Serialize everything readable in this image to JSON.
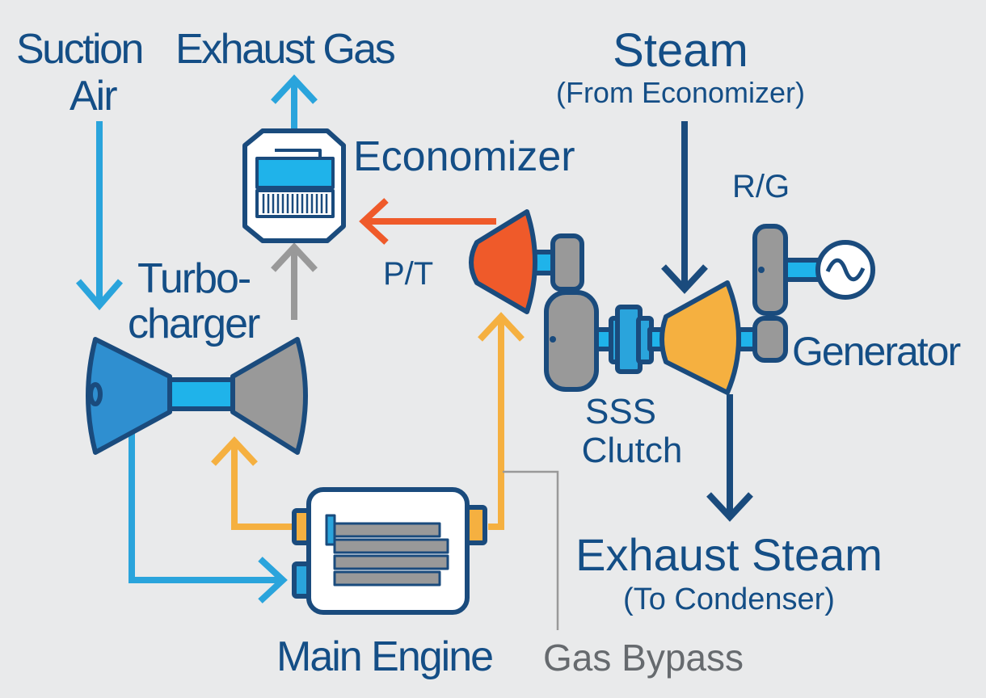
{
  "labels": {
    "suction_air_line1": "Suction",
    "suction_air_line2": "Air",
    "exhaust_gas": "Exhaust Gas",
    "steam": "Steam",
    "steam_sub": "(From Economizer)",
    "economizer": "Economizer",
    "rg": "R/G",
    "turbocharger_line1": "Turbo-",
    "turbocharger_line2": "charger",
    "pt": "P/T",
    "generator": "Generator",
    "sss_line1": "SSS",
    "sss_line2": "Clutch",
    "exhaust_steam": "Exhaust Steam",
    "exhaust_steam_sub": "(To Condenser)",
    "main_engine": "Main Engine",
    "gas_bypass": "Gas Bypass"
  },
  "icons": {
    "generator_symbol": "sine-wave-icon"
  },
  "colors": {
    "navy": "#1a4b7d",
    "dark_blue_text": "#144e86",
    "light_blue": "#2aa4dc",
    "cyan": "#1fb3ea",
    "mid_blue": "#2f8fd0",
    "gray": "#999999",
    "gray_text": "#666a6e",
    "orange": "#f5b040",
    "red_orange": "#ef5a2a",
    "background": "#e9eaeb"
  }
}
